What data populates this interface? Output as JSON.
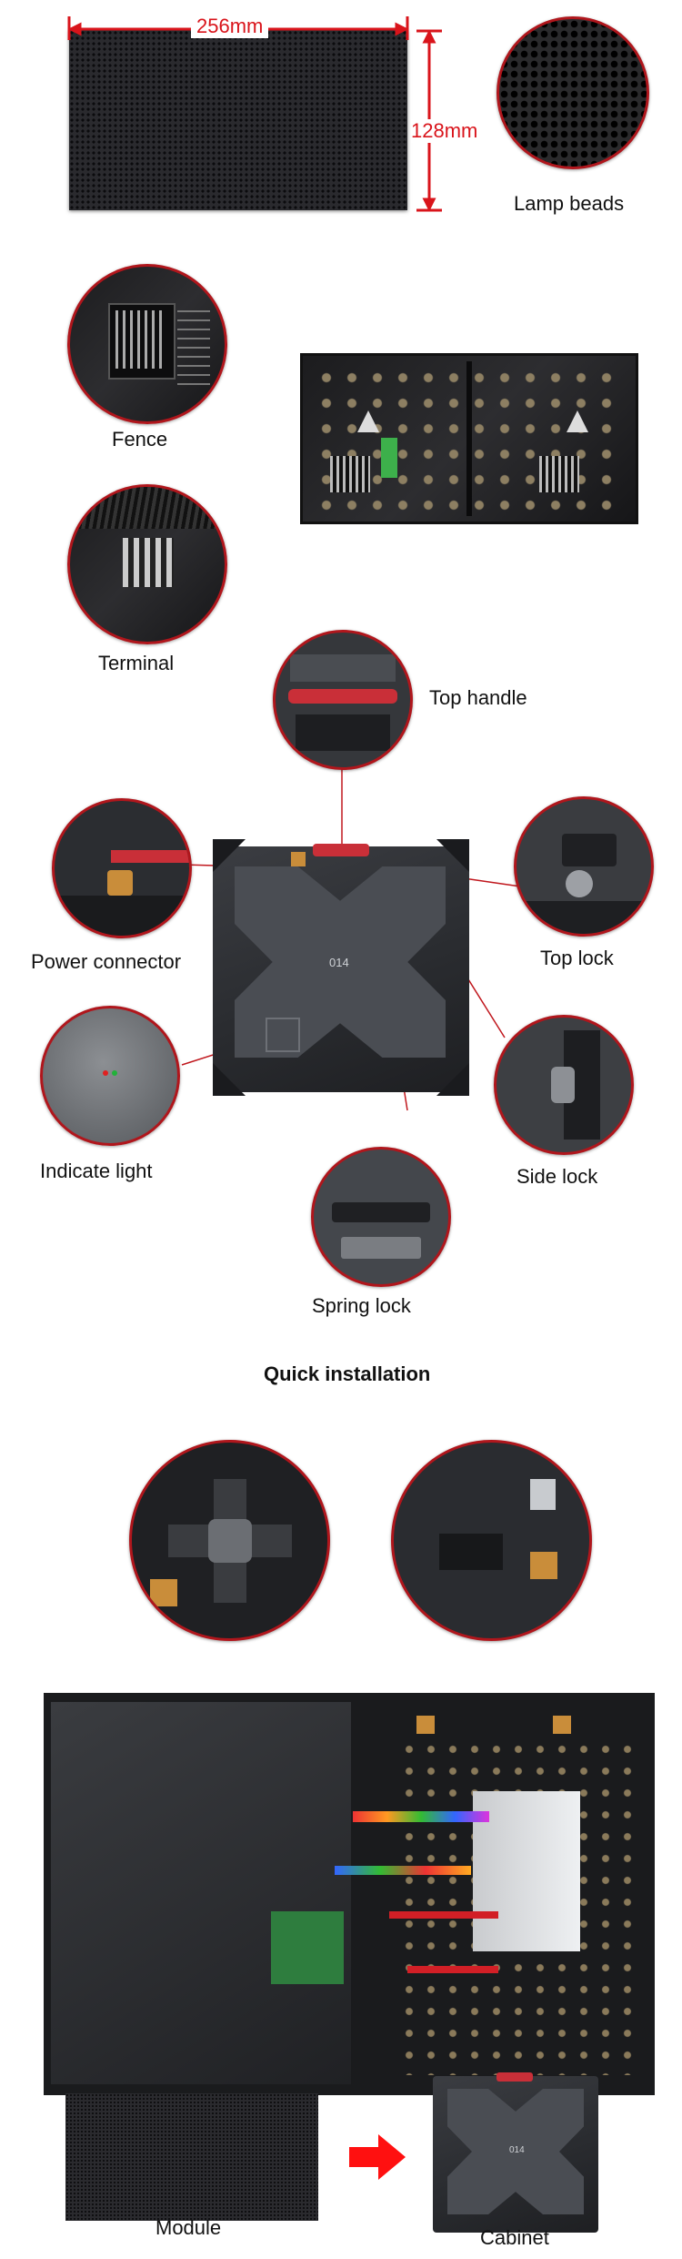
{
  "dimensions": {
    "width_label": "256mm",
    "height_label": "128mm"
  },
  "parts": {
    "lamp_beads": "Lamp beads",
    "fence": "Fence",
    "terminal": "Terminal",
    "top_handle": "Top handle",
    "power_connector": "Power connector",
    "top_lock": "Top lock",
    "indicate_light": "Indicate light",
    "side_lock": "Side lock",
    "spring_lock": "Spring lock"
  },
  "cabinet_marking": "014",
  "quick_installation": "Quick installation",
  "bottom": {
    "module": "Module",
    "cabinet": "Cabinet",
    "cabinet_marking": "014"
  },
  "colors": {
    "accent": "#d9141b",
    "callout_line": "#c0171d"
  }
}
